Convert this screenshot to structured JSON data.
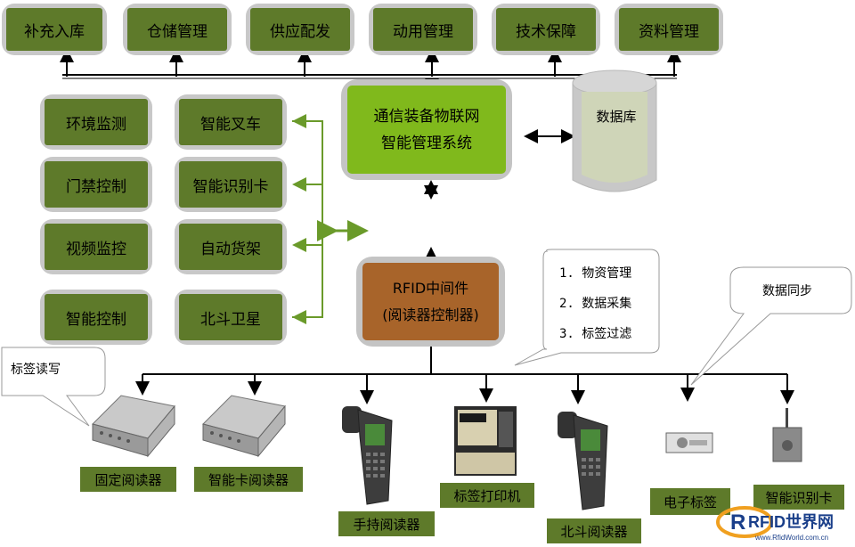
{
  "top_modules": [
    "补充入库",
    "仓储管理",
    "供应配发",
    "动用管理",
    "技术保障",
    "资料管理"
  ],
  "left_col": [
    "环境监测",
    "门禁控制",
    "视频监控",
    "智能控制"
  ],
  "right_col": [
    "智能叉车",
    "智能识别卡",
    "自动货架",
    "北斗卫星"
  ],
  "system": {
    "line1": "通信装备物联网",
    "line2": "智能管理系统"
  },
  "database": "数据库",
  "middleware": {
    "line1": "RFID中间件",
    "line2": "(阅读器控制器)"
  },
  "callout_functions": [
    "1. 物资管理",
    "2. 数据采集",
    "3. 标签过滤"
  ],
  "callout_sync": "数据同步",
  "callout_tag": "标签读写",
  "devices": [
    "固定阅读器",
    "智能卡阅读器",
    "手持阅读器",
    "标签打印机",
    "北斗阅读器",
    "电子标签",
    "智能识别卡"
  ],
  "logo": {
    "brand": "RFID世界网",
    "url": "www.RfidWorld.com.cn"
  },
  "colors": {
    "module_green": "#5e7a2a",
    "system_green": "#80b91c",
    "middleware_brown": "#a8642a",
    "frame_gray": "#c4c4c4"
  }
}
